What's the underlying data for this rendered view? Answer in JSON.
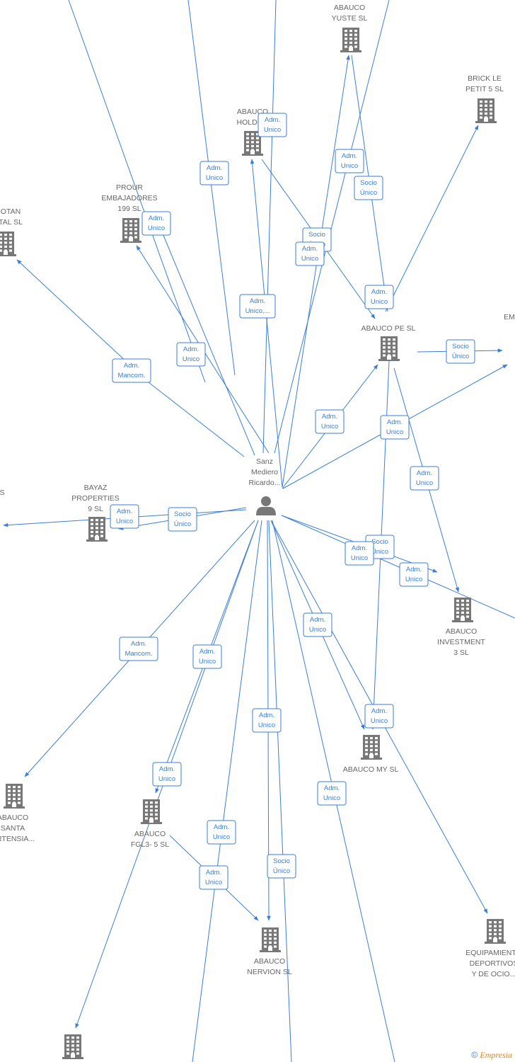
{
  "companies": [
    {
      "id": "yuste",
      "lines": [
        "ABAUCO",
        "YUSTE  SL"
      ]
    },
    {
      "id": "brick",
      "lines": [
        "BRICK LE",
        "PETIT 5  SL"
      ]
    },
    {
      "id": "holdco",
      "lines": [
        "ABAUCO",
        "HOLDCO"
      ]
    },
    {
      "id": "prour",
      "lines": [
        "PROUR",
        "EMBAJADORES",
        "199  SL"
      ]
    },
    {
      "id": "otan",
      "lines": [
        "OTAN",
        "TAL  SL"
      ]
    },
    {
      "id": "pe",
      "lines": [
        "ABAUCO PE  SL"
      ]
    },
    {
      "id": "em",
      "lines": [
        "EM"
      ]
    },
    {
      "id": "bayaz",
      "lines": [
        "BAYAZ",
        "PROPERTIES",
        "9  SL"
      ]
    },
    {
      "id": "s_left",
      "lines": [
        "S"
      ]
    },
    {
      "id": "investment",
      "lines": [
        "ABAUCO",
        "INVESTMENT",
        "3  SL"
      ]
    },
    {
      "id": "my",
      "lines": [
        "ABAUCO MY  SL"
      ]
    },
    {
      "id": "santa",
      "lines": [
        "ABAUCO",
        "SANTA",
        "ORTENSIA..."
      ]
    },
    {
      "id": "fgl3",
      "lines": [
        "ABAUCO",
        "FGL3- 5  SL"
      ]
    },
    {
      "id": "equip",
      "lines": [
        "EQUIPAMIENTO",
        "DEPORTIVOS",
        "Y DE OCIO..."
      ]
    },
    {
      "id": "nervion",
      "lines": [
        "ABAUCO",
        "NERVION  SL"
      ]
    },
    {
      "id": "bottom",
      "lines": []
    }
  ],
  "person": {
    "lines": [
      "Sanz",
      "Mediero",
      "Ricardo..."
    ]
  },
  "relations": [
    {
      "lines": [
        "Adm.",
        "Unico"
      ]
    },
    {
      "lines": [
        "Adm.",
        "Unico"
      ]
    },
    {
      "lines": [
        "Adm.",
        "Unico"
      ]
    },
    {
      "lines": [
        "Socio",
        "Único"
      ]
    },
    {
      "lines": [
        "Adm.",
        "Unico"
      ]
    },
    {
      "lines": [
        "Socio",
        "Único"
      ]
    },
    {
      "lines": [
        "Adm.",
        "Unico"
      ]
    },
    {
      "lines": [
        "Adm.",
        "Unico,..."
      ]
    },
    {
      "lines": [
        "Adm.",
        "Unico"
      ]
    },
    {
      "lines": [
        "Adm.",
        "Unico"
      ]
    },
    {
      "lines": [
        "Socio",
        "Único"
      ]
    },
    {
      "lines": [
        "Adm.",
        "Mancom."
      ]
    },
    {
      "lines": [
        "Adm.",
        "Unico"
      ]
    },
    {
      "lines": [
        "Adm.",
        "Unico"
      ]
    },
    {
      "lines": [
        "Adm.",
        "Unico"
      ]
    },
    {
      "lines": [
        "Socio",
        "Único"
      ]
    },
    {
      "lines": [
        "Adm.",
        "Unico"
      ]
    },
    {
      "lines": [
        "Adm.",
        "Unico"
      ]
    },
    {
      "lines": [
        "Socio",
        "Único"
      ]
    },
    {
      "lines": [
        "Adm.",
        "Unico"
      ]
    },
    {
      "lines": [
        "Adm.",
        "Mancom."
      ]
    },
    {
      "lines": [
        "Adm.",
        "Unico"
      ]
    },
    {
      "lines": [
        "Adm.",
        "Unico"
      ]
    },
    {
      "lines": [
        "Adm.",
        "Unico"
      ]
    },
    {
      "lines": [
        "Adm.",
        "Unico"
      ]
    },
    {
      "lines": [
        "Adm.",
        "Unico"
      ]
    },
    {
      "lines": [
        "Adm.",
        "Unico"
      ]
    },
    {
      "lines": [
        "Adm.",
        "Unico"
      ]
    },
    {
      "lines": [
        "Adm.",
        "Unico"
      ]
    },
    {
      "lines": [
        "Socio",
        "Único"
      ]
    },
    {
      "lines": [
        "Adm.",
        "Unico"
      ]
    }
  ],
  "footer": {
    "copyright": "©",
    "brand_initial": "E",
    "brand_rest": "mpresia"
  },
  "colors": {
    "edge": "#3a7fd5",
    "icon": "#777777",
    "label": "#666666"
  }
}
